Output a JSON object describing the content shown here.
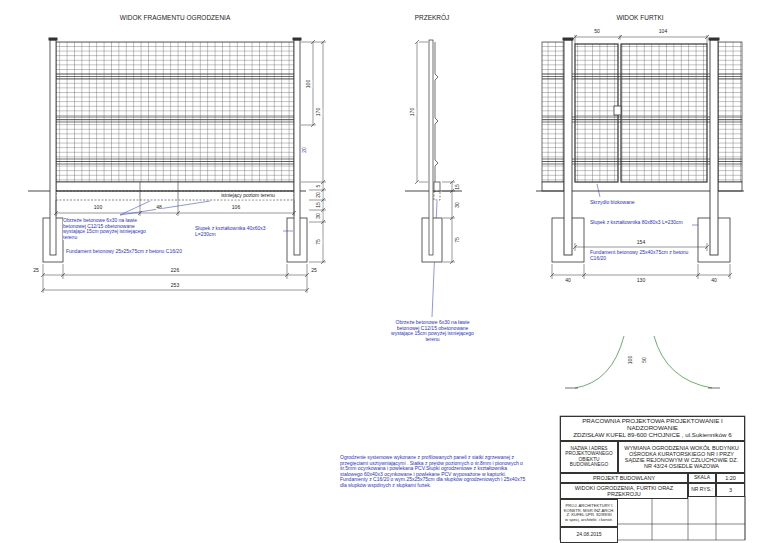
{
  "diagram": {
    "nodes": [
      {
        "text": [
          "PRACOWNIA PROJEKTOWA PROJEKTOWANIE I NADZOROWANIE",
          "ZDZISŁAW KUFEL 89-600 CHOJNICE , ul.Sukienników 6"
        ]
      },
      {
        "text": [
          "NAZWA I ADRES PROJEKTOWANEGO OBIEKTU BUDOWLANEGO"
        ]
      },
      {
        "text": [
          "WYMIANA OGRODZENIA WOKÓŁ BUDYNKU OŚRODKA KURATORSKIEGO NR I PRZY SĄDZIE REJONOWYM W CZŁUCHOWIE DZ. NR 43/24 OSIEDLE WAZOWA"
        ]
      },
      {
        "text": [
          "PROJEKT BUDOWLANY"
        ]
      },
      {
        "text": [
          "SKALA"
        ]
      },
      {
        "text": [
          "1:20"
        ]
      },
      {
        "text": [
          "WIDOKI OGRODZENIA, FURTKI ORAZ PRZEKROJU"
        ]
      },
      {
        "text": [
          "NR RYS.:"
        ]
      },
      {
        "text": [
          "3"
        ]
      },
      {
        "text": [
          "PROJ. ARCHITEKTURY I KONSTR. MGR INŻ.ARCH. Z. KUFEL UPR. 82/89/SI",
          "w specj. architekt. i konstr."
        ]
      },
      {
        "text": [
          "24.08.2015"
        ]
      }
    ],
    "labels": [
      "WIDOK FRAGMENTU OGRODZENIA",
      "PRZEKRÓJ",
      "WIDOK FURTKI",
      "100",
      "170",
      "20",
      "5",
      "20",
      "15",
      "30",
      "75",
      "100",
      "48",
      "106",
      "istniejący poziom terenu",
      "Obrzeże betonowe 6x30 na ławie betonowej C12/15 obetonowane wystające 15cm powyżej istniejącego terenu",
      "Słupek z kształtownika 40x60x3 L=230cm",
      "Fundament betonowy 25x25x75cm z betonu C16/20",
      "25",
      "226",
      "25",
      "253",
      "170",
      "15",
      "30",
      "75",
      "Obrzeże betonowe 6x30 na ławie betonowej C12/15 obetonowane wystające 15cm powyżej istniejącego terenu",
      "50",
      "104",
      "Skrzydło blokowane",
      "Słupek z kształtownika 80x80x3 L=230cm",
      "154",
      "Fundament betonowy 25x40x75cm z betonu C16/20",
      "40",
      "130",
      "40",
      "100",
      "50",
      "Ogrodzenie systemowe wykonane z profilowanych paneli z siatki zgrzewanej z przegięciami usztywniającymi . Siatka z prętów poziomych o śr.8mm i pionowych o śr.5mm ocynkowana i powlekana PCV.Słupki ogrodzeniowe z kształtownika stalowego 60x40x3 ocynkowane i powlekane PCV wyposażone w kapturki. Fundamenty z C16/20 o wym.25x25x75cm dla słupków ogrodzeniowych i 25x40x75 dla słupków wspólnych z słupkami furtek."
    ]
  }
}
